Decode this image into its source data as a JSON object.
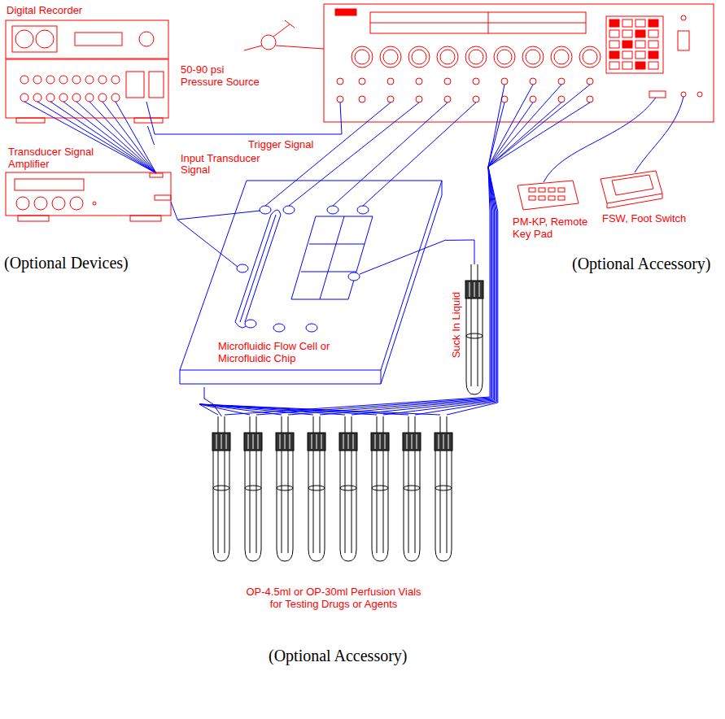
{
  "diagram": {
    "nodes": [
      {
        "text": [
          "Digital Recorder"
        ]
      },
      {
        "text": [
          "Transducer Signal Amplifier"
        ]
      },
      {
        "text": [
          "Microfluidic Flow Cell or Microfluidic Chip"
        ]
      },
      {
        "text": [
          "OP-4.5ml or OP-30ml Perfusion Vials for Testing Drugs or Agents"
        ]
      },
      {
        "text": [
          "Suck In Liquid"
        ]
      },
      {
        "text": [
          "PM-KP, Remote Key Pad"
        ]
      },
      {
        "text": [
          "FSW, Foot Switch"
        ]
      }
    ],
    "edges": [
      {
        "from": 1,
        "to": 0,
        "arrow": "none"
      },
      {
        "from": 2,
        "to": 1,
        "arrow": "none"
      },
      {
        "from": 3,
        "to": 2,
        "arrow": "none"
      },
      {
        "from": 4,
        "to": 2,
        "arrow": "none"
      }
    ],
    "labels": [
      "50-90 psi Pressure Source",
      "Trigger Signal",
      "Input Transducer Signal",
      "(Optional Devices)",
      "(Optional Accessory)",
      "(Optional Accessory)"
    ]
  }
}
